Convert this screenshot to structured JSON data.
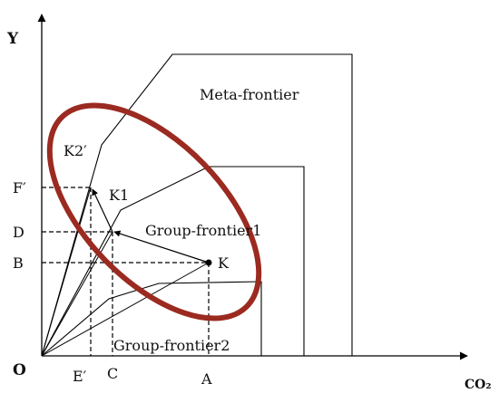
{
  "axes": {
    "y_label": "Y",
    "x_label": "CO₂",
    "origin_label": "O"
  },
  "x_ticks": [
    "E′",
    "C",
    "A"
  ],
  "y_ticks": [
    "F′",
    "D",
    "B"
  ],
  "points": {
    "k": "K",
    "k1": "K1",
    "k2": "K2′"
  },
  "frontiers": {
    "meta": "Meta-frontier",
    "group1": "Group-frontier1",
    "group2": "Group-frontier2"
  },
  "colors": {
    "ellipse": "#9b2a20",
    "line": "#000000",
    "dashed": "#000000"
  }
}
